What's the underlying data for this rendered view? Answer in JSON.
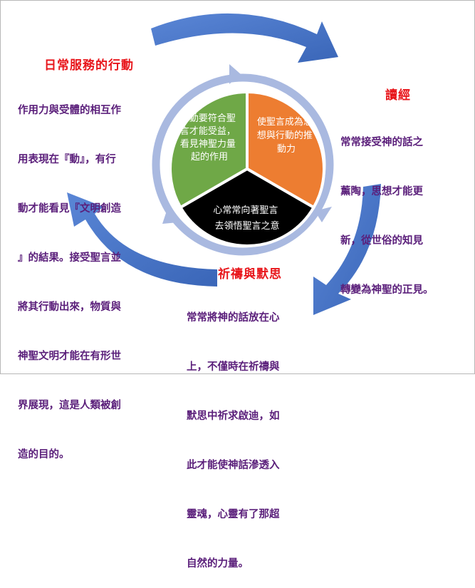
{
  "sections": {
    "action": {
      "title": "日常服務的行動",
      "lines": [
        "作用力與受體的相互作",
        "用表現在『動』，有行",
        "動才能看見『文明創造",
        "』的結果。接受聖言並",
        "將其行動出來，物質與",
        "神聖文明才能在有形世",
        "界展現，這是人類被創",
        "造的目的。"
      ]
    },
    "reading": {
      "title": "讀經",
      "lines": [
        "常常接受神的話之",
        "薰陶，思想才能更",
        "新，從世俗的知見",
        "轉變為神聖的正見。"
      ]
    },
    "prayer": {
      "title": "祈禱與默思",
      "lines": [
        "常常將神的話放在心",
        "上，不僅時在祈禱與",
        "默思中祈求啟迪，如",
        "此才能使神話滲透入",
        "靈魂，心靈有了那超",
        "自然的力量。"
      ]
    }
  },
  "center": {
    "green": [
      "行動要符合聖",
      "言才能受益，",
      "看見神聖力量",
      "起的作用"
    ],
    "orange": [
      "使聖言成為思",
      "想與行動的推",
      "動力"
    ],
    "black": [
      "心常常向著聖言",
      "去領悟聖言之意"
    ]
  },
  "colors": {
    "heading": "#e8161b",
    "body": "#5a1e7a",
    "green": "#6fa847",
    "orange": "#ed7d31",
    "black": "#000000",
    "ring": "#a9b9e0",
    "arrow": "#4472c4"
  }
}
